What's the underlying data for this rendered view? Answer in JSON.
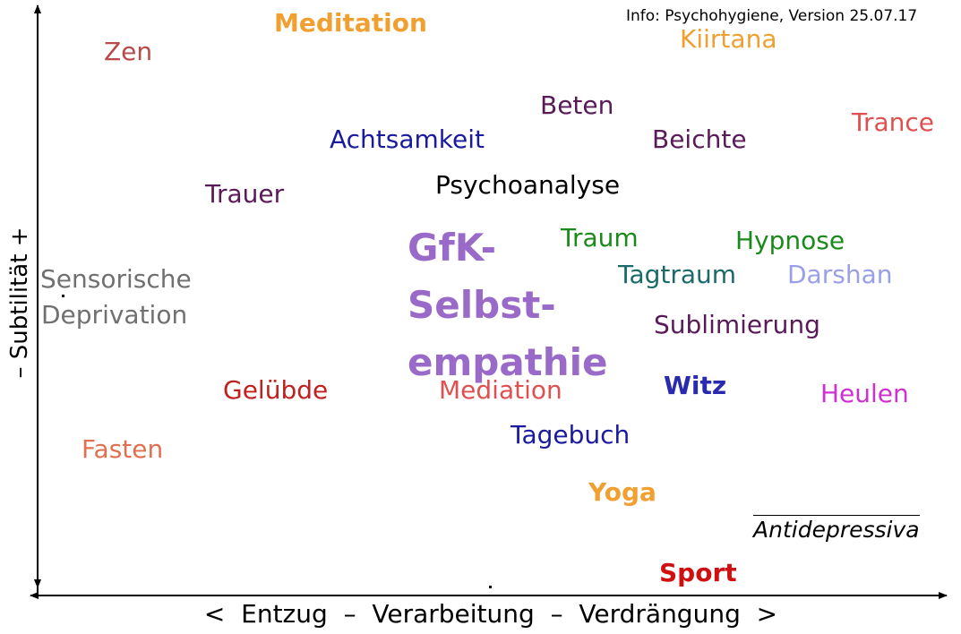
{
  "info": "Info: Psychohygiene, Version 25.07.17",
  "axes": {
    "y_label": "– Subtilität +",
    "x_label": "<  Entzug  –  Verarbeitung  –  Verdrängung  >"
  },
  "terms": {
    "meditation": {
      "text": "Meditation",
      "color": "#f0a030"
    },
    "kiirtana": {
      "text": "Kiirtana",
      "color": "#f0a030"
    },
    "zen": {
      "text": "Zen",
      "color": "#b84a4a"
    },
    "beten": {
      "text": "Beten",
      "color": "#5a1a5a"
    },
    "trance": {
      "text": "Trance",
      "color": "#e05050"
    },
    "achtsamkeit": {
      "text": "Achtsamkeit",
      "color": "#1a1aa0"
    },
    "beichte": {
      "text": "Beichte",
      "color": "#5a1a5a"
    },
    "trauer": {
      "text": "Trauer",
      "color": "#5a1a5a"
    },
    "psychoanalyse": {
      "text": "Psychoanalyse",
      "color": "#000000"
    },
    "traum": {
      "text": "Traum",
      "color": "#1a8a1a"
    },
    "hypnose": {
      "text": "Hypnose",
      "color": "#1a8a1a"
    },
    "tagtraum": {
      "text": "Tagtraum",
      "color": "#1a6a6a"
    },
    "darshan": {
      "text": "Darshan",
      "color": "#9aa0e8"
    },
    "sensorische": {
      "text": "Sensorische",
      "color": "#707070"
    },
    "deprivation": {
      "text": "Deprivation",
      "color": "#707070"
    },
    "sublimierung": {
      "text": "Sublimierung",
      "color": "#5a1a5a"
    },
    "gelubde": {
      "text": "Gelübde",
      "color": "#c02020"
    },
    "mediation": {
      "text": "Mediation",
      "color": "#e05050"
    },
    "witz": {
      "text": "Witz",
      "color": "#2a2ab0"
    },
    "heulen": {
      "text": "Heulen",
      "color": "#d030d0"
    },
    "fasten": {
      "text": "Fasten",
      "color": "#e07050"
    },
    "tagebuch": {
      "text": "Tagebuch",
      "color": "#1a1aa0"
    },
    "yoga": {
      "text": "Yoga",
      "color": "#f0a030"
    },
    "antidepressiva": {
      "text": "Antidepressiva",
      "color": "#000000"
    },
    "sport": {
      "text": "Sport",
      "color": "#d01010"
    }
  },
  "gfk": {
    "lines": [
      "GfK-",
      "Selbst-",
      "empathie"
    ],
    "color": "#9a6ac8"
  }
}
